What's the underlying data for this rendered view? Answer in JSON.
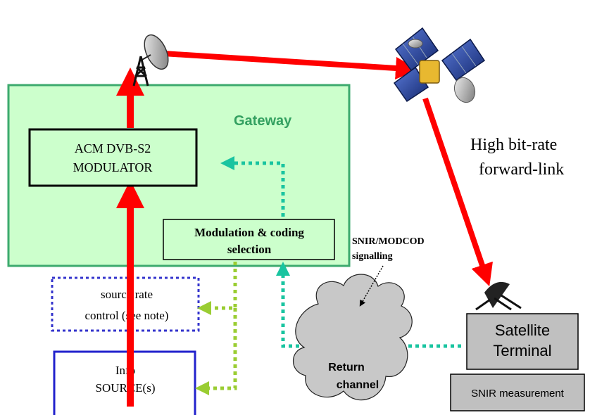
{
  "gateway": {
    "label": "Gateway"
  },
  "modulator": {
    "line1": "ACM DVB-S2",
    "line2": "MODULATOR"
  },
  "modcod_selection": {
    "line1": "Modulation & coding",
    "line2": "selection"
  },
  "source_rate": {
    "line1": "source rate",
    "line2": "control (see note)"
  },
  "info_source": {
    "line1": "Info",
    "line2": "SOURCE(s)"
  },
  "forward_link": {
    "line1": "High bit-rate",
    "line2": "forward-link"
  },
  "signalling": {
    "line1": "SNIR/MODCOD",
    "line2": "signalling"
  },
  "return_channel": {
    "line1": "Return",
    "line2": "channel"
  },
  "terminal": {
    "line1": "Satellite",
    "line2": "Terminal"
  },
  "snir": {
    "label": "SNIR measurement"
  },
  "colors": {
    "gateway_fill": "#ccffcc",
    "gateway_border": "#3caa6e",
    "gateway_text": "#33a060",
    "forward_arrow": "#ff0000",
    "feedback_dotted": "#19c4a0",
    "source_control_dotted": "#9acd32",
    "source_rate_border": "#3333cc",
    "info_source_border": "#2222cc",
    "terminal_fill": "#c0c0c0",
    "cloud_fill": "#c8c8c8"
  }
}
